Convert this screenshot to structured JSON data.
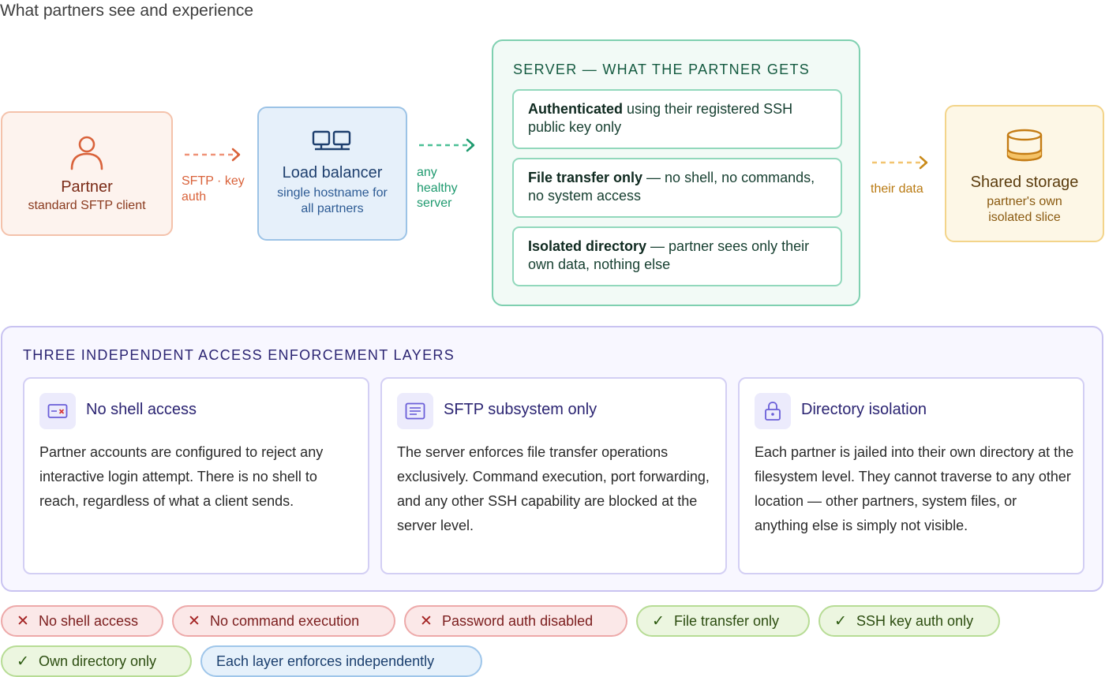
{
  "page_title": "What partners see and experience",
  "flow": {
    "partner": {
      "title": "Partner",
      "subtitle": "standard SFTP client",
      "icon": "user-icon"
    },
    "arrow1_label": "SFTP · key auth",
    "load_balancer": {
      "title": "Load balancer",
      "subtitle": "single hostname for all partners",
      "icon": "network-icon"
    },
    "arrow2_label": "any healthy server",
    "server": {
      "heading": "SERVER — WHAT THE PARTNER GETS",
      "cards": [
        {
          "bold": "Authenticated",
          "text": " using their registered SSH public key only"
        },
        {
          "bold": "File transfer only",
          "text": " — no shell, no commands, no system access"
        },
        {
          "bold": "Isolated directory",
          "text": " — partner sees only their own data, nothing else"
        }
      ]
    },
    "arrow3_label": "their data",
    "storage": {
      "title": "Shared storage",
      "subtitle": "partner's own isolated slice",
      "icon": "database-icon"
    }
  },
  "layers": {
    "heading": "THREE INDEPENDENT ACCESS ENFORCEMENT LAYERS",
    "cards": [
      {
        "title": "No shell access",
        "icon": "terminal-blocked-icon",
        "body": "Partner accounts are configured to reject any interactive login attempt. There is no shell to reach, regardless of what a client sends."
      },
      {
        "title": "SFTP subsystem only",
        "icon": "document-icon",
        "body": "The server enforces file transfer operations exclusively. Command execution, port forwarding, and any other SSH capability are blocked at the server level."
      },
      {
        "title": "Directory isolation",
        "icon": "lock-icon",
        "body": "Each partner is jailed into their own directory at the filesystem level. They cannot traverse to any other location — other partners, system files, or anything else is simply not visible."
      }
    ]
  },
  "chips": [
    {
      "mark": "✕",
      "label": "No shell access",
      "kind": "red"
    },
    {
      "mark": "✕",
      "label": "No command execution",
      "kind": "red"
    },
    {
      "mark": "✕",
      "label": "Password auth disabled",
      "kind": "red"
    },
    {
      "mark": "✓",
      "label": "File transfer only",
      "kind": "green"
    },
    {
      "mark": "✓",
      "label": "SSH key auth only",
      "kind": "green"
    },
    {
      "mark": "✓",
      "label": "Own directory only",
      "kind": "green"
    },
    {
      "mark": "",
      "label": "Each layer enforces independently",
      "kind": "blue"
    }
  ],
  "colors": {
    "partner": "#d9623a",
    "load_balancer": "#1e3f6e",
    "server": "#1f9a6f",
    "storage": "#c98a1a",
    "layers": "#2b2472"
  }
}
